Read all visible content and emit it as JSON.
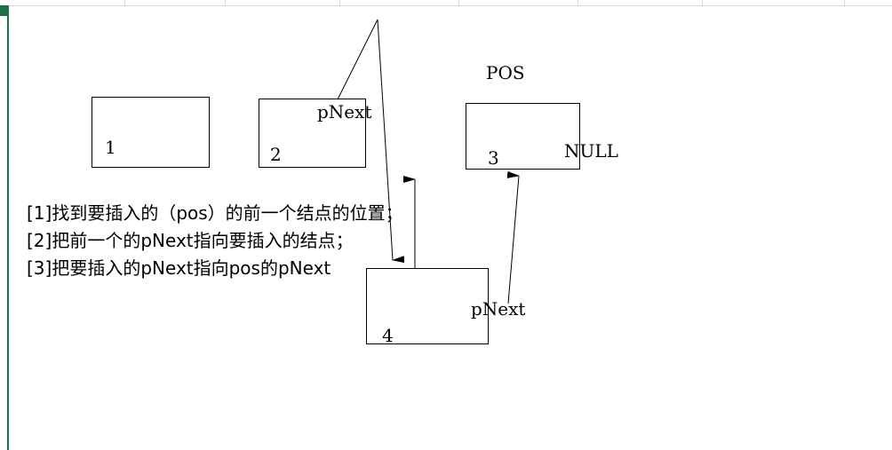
{
  "nodes": {
    "n1": {
      "number": "1"
    },
    "n2": {
      "number": "2",
      "field": "pNext"
    },
    "n3": {
      "number": "3",
      "field": "NULL",
      "marker": "POS"
    },
    "n4": {
      "number": "4",
      "field": "pNext"
    }
  },
  "steps": [
    "[1]找到要插入的（pos）的前一个结点的位置；",
    "[2]把前一个的pNext指向要插入的结点；",
    "[3]把要插入的pNext指向pos的pNext"
  ],
  "colors": {
    "line": "#000000",
    "sheet_accent": "#1e7145",
    "grid": "#d9d9d9"
  }
}
